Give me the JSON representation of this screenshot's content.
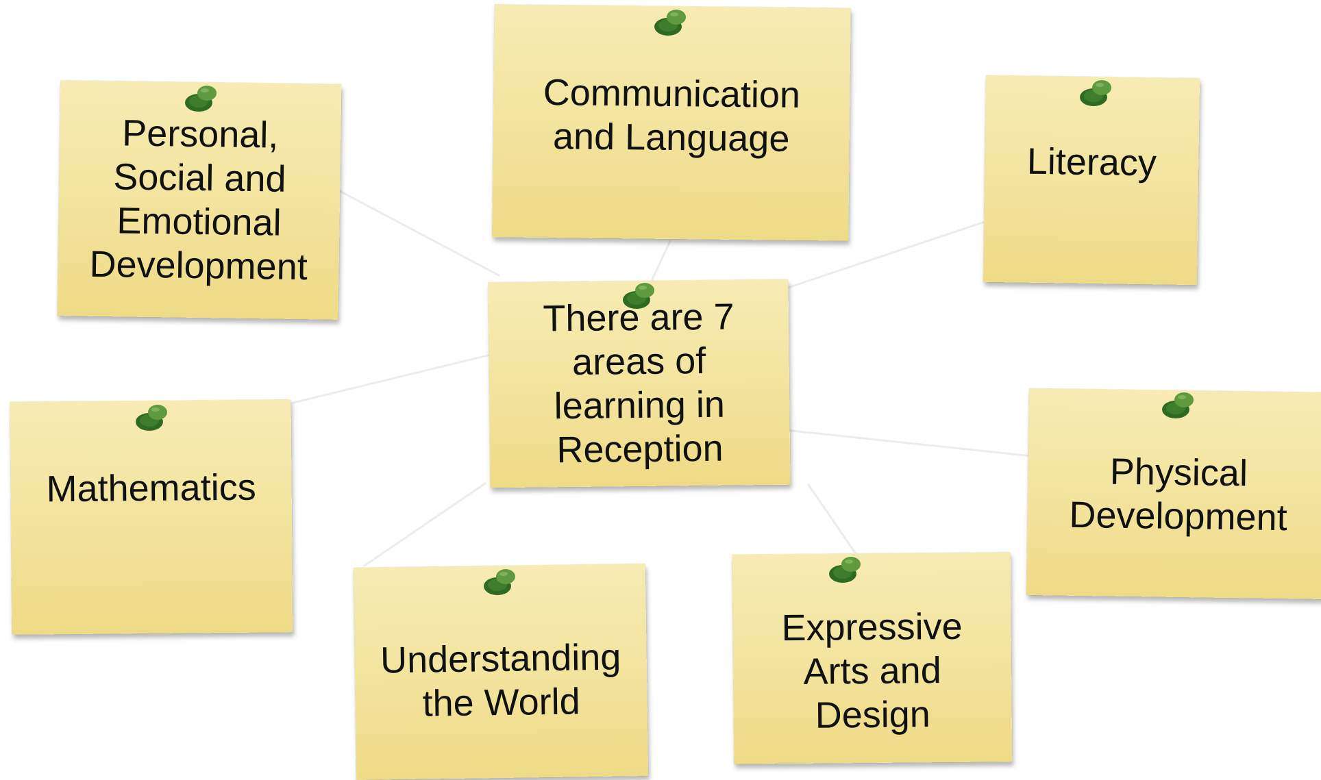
{
  "center_note": {
    "text": "There are 7\nareas of\nlearning in\nReception"
  },
  "area_notes": [
    {
      "id": "personal-social-emotional",
      "text": "Personal,\nSocial and\nEmotional\nDevelopment"
    },
    {
      "id": "communication-language",
      "text": "Communication\nand Language"
    },
    {
      "id": "literacy",
      "text": "Literacy"
    },
    {
      "id": "mathematics",
      "text": "Mathematics"
    },
    {
      "id": "physical-development",
      "text": "Physical\nDevelopment"
    },
    {
      "id": "understanding-world",
      "text": "Understanding\nthe World"
    },
    {
      "id": "expressive-arts-design",
      "text": "Expressive\nArts and\nDesign"
    }
  ],
  "colors": {
    "note_light": "#f6ebb3",
    "note_dark": "#eedb86",
    "pin_dark": "#2f6a22",
    "pin_light": "#5f9a3f",
    "connector": "#ececec",
    "text": "#111111"
  },
  "icons": {
    "pin": "push-pin-icon"
  }
}
